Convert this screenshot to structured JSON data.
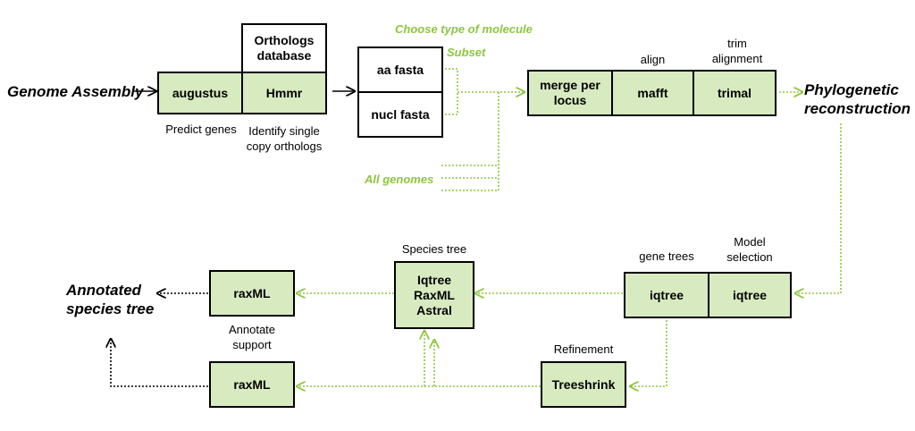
{
  "nodes": {
    "genome_assembly": "Genome Assembly",
    "augustus": "augustus",
    "predict_genes": "Predict genes",
    "orthologs_db": "Orthologs database",
    "hmmr": "Hmmr",
    "identify_orthologs": "Identify single copy orthologs",
    "aa_fasta": "aa fasta",
    "nucl_fasta": "nucl fasta",
    "choose_molecule": "Choose type of molecule",
    "subset": "Subset",
    "all_genomes": "All genomes",
    "merge_locus": "merge per locus",
    "align": "align",
    "mafft": "mafft",
    "trim_alignment": "trim alignment",
    "trimal": "trimal",
    "phylo_recon": "Phylogenetic reconstruction",
    "gene_trees": "gene trees",
    "iqtree_gene": "iqtree",
    "model_selection": "Model selection",
    "iqtree_model": "iqtree",
    "species_tree": "Species tree",
    "species_tools": "Iqtree RaxML Astral",
    "refinement": "Refinement",
    "treeshrink": "Treeshrink",
    "raxml_top": "raxML",
    "annotate_support": "Annotate support",
    "raxml_bottom": "raxML",
    "annotated_tree": "Annotated species tree"
  },
  "colors": {
    "box_fill": "#d8ebc0",
    "green_arrow": "#8dc63f",
    "black": "#000000"
  }
}
